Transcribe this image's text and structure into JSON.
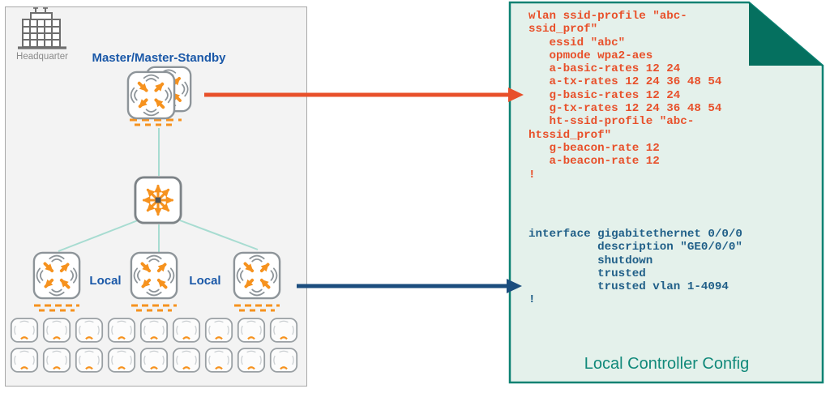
{
  "topology": {
    "headquarter_label": "Headquarter",
    "master_label": "Master/Master-Standby",
    "local_labels": [
      "Local",
      "Local"
    ]
  },
  "config_note": {
    "wlan_config": "wlan ssid-profile \"abc-\nssid_prof\"\n   essid \"abc\"\n   opmode wpa2-aes\n   a-basic-rates 12 24\n   a-tx-rates 12 24 36 48 54\n   g-basic-rates 12 24\n   g-tx-rates 12 24 36 48 54\n   ht-ssid-profile \"abc-\nhtssid_prof\"\n   g-beacon-rate 12\n   a-beacon-rate 12\n!",
    "interface_config": "interface gigabitethernet 0/0/0\n          description \"GE0/0/0\"\n          shutdown\n          trusted\n          trusted vlan 1-4094\n!",
    "title": "Local Controller Config"
  },
  "colors": {
    "icon_orange": "#f6921e",
    "wlan_arrow_orange": "#e8502a",
    "interface_arrow_blue": "#1b4d7e",
    "label_blue": "#1a58a8",
    "config_text_orange": "#e8502a",
    "config_text_blue": "#205f88",
    "note_border_teal": "#0c8273",
    "note_fold_teal": "#05705f",
    "note_background": "#e4f1eb",
    "connector_teal": "#a7dcd1"
  }
}
